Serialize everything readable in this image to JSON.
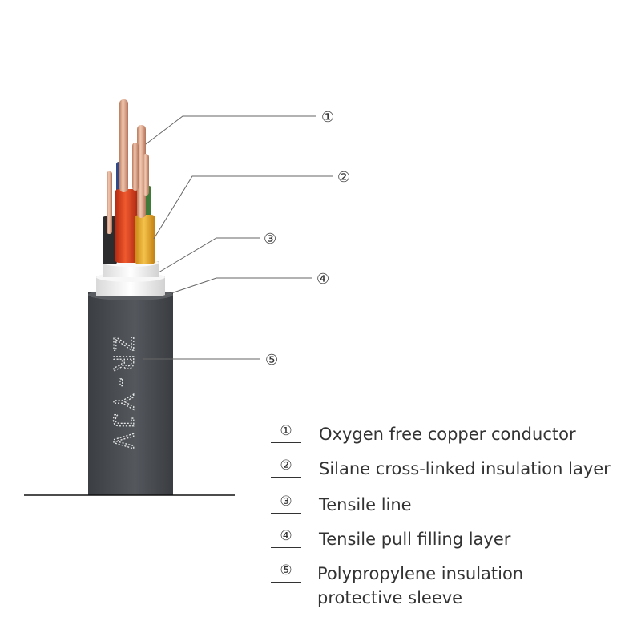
{
  "diagram": {
    "print_text": "ZR-YJV",
    "colors": {
      "sheath": "#4a4d51",
      "copper": "#d99f82",
      "red": "#d7331b",
      "yellow": "#e5a424",
      "black": "#2c2c2e",
      "white_layer": "#f2f2f2",
      "leader": "#666666",
      "text": "#333333"
    },
    "callouts": [
      {
        "id": "c1",
        "number": "①"
      },
      {
        "id": "c2",
        "number": "②"
      },
      {
        "id": "c3",
        "number": "③"
      },
      {
        "id": "c4",
        "number": "④"
      },
      {
        "id": "c5",
        "number": "⑤"
      }
    ]
  },
  "legend": [
    {
      "number": "①",
      "text": "Oxygen free copper conductor"
    },
    {
      "number": "②",
      "text": "Silane cross-linked insulation layer"
    },
    {
      "number": "③",
      "text": "Tensile line"
    },
    {
      "number": "④",
      "text": "Tensile pull filling layer"
    },
    {
      "number": "⑤",
      "text": "Polypropylene insulation",
      "text2": "protective sleeve"
    }
  ]
}
